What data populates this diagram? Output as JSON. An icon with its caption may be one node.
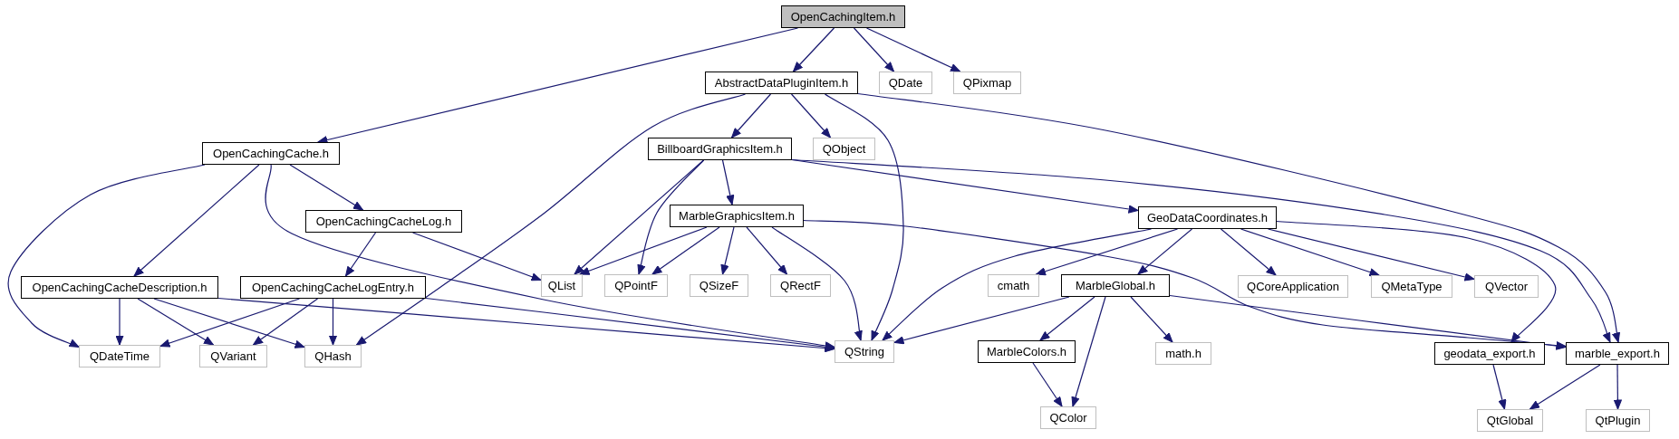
{
  "diagram": {
    "nodes": [
      {
        "text": [
          "OpenCachingItem.h"
        ]
      },
      {
        "text": [
          "AbstractDataPluginItem.h"
        ]
      },
      {
        "text": [
          "QDate"
        ]
      },
      {
        "text": [
          "QPixmap"
        ]
      },
      {
        "text": [
          "OpenCachingCache.h"
        ]
      },
      {
        "text": [
          "BillboardGraphicsItem.h"
        ]
      },
      {
        "text": [
          "QObject"
        ]
      },
      {
        "text": [
          "GeoDataCoordinates.h"
        ]
      },
      {
        "text": [
          "MarbleGraphicsItem.h"
        ]
      },
      {
        "text": [
          "OpenCachingCacheLog.h"
        ]
      },
      {
        "text": [
          "OpenCachingCacheDescription.h"
        ]
      },
      {
        "text": [
          "OpenCachingCacheLogEntry.h"
        ]
      },
      {
        "text": [
          "QList"
        ]
      },
      {
        "text": [
          "QPointF"
        ]
      },
      {
        "text": [
          "QSizeF"
        ]
      },
      {
        "text": [
          "QRectF"
        ]
      },
      {
        "text": [
          "cmath"
        ]
      },
      {
        "text": [
          "MarbleGlobal.h"
        ]
      },
      {
        "text": [
          "QCoreApplication"
        ]
      },
      {
        "text": [
          "QMetaType"
        ]
      },
      {
        "text": [
          "QVector"
        ]
      },
      {
        "text": [
          "QDateTime"
        ]
      },
      {
        "text": [
          "QVariant"
        ]
      },
      {
        "text": [
          "QHash"
        ]
      },
      {
        "text": [
          "QString"
        ]
      },
      {
        "text": [
          "MarbleColors.h"
        ]
      },
      {
        "text": [
          "math.h"
        ]
      },
      {
        "text": [
          "geodata_export.h"
        ]
      },
      {
        "text": [
          "marble_export.h"
        ]
      },
      {
        "text": [
          "QColor"
        ]
      },
      {
        "text": [
          "QtGlobal"
        ]
      },
      {
        "text": [
          "QtPlugin"
        ]
      }
    ],
    "edges": [
      {
        "from": 0,
        "to": 4,
        "arrow": "to"
      },
      {
        "from": 0,
        "to": 1,
        "arrow": "to"
      },
      {
        "from": 0,
        "to": 2,
        "arrow": "to"
      },
      {
        "from": 0,
        "to": 3,
        "arrow": "to"
      },
      {
        "from": 1,
        "to": 23,
        "arrow": "to"
      },
      {
        "from": 1,
        "to": 5,
        "arrow": "to"
      },
      {
        "from": 1,
        "to": 6,
        "arrow": "to"
      },
      {
        "from": 1,
        "to": 24,
        "arrow": "to"
      },
      {
        "from": 1,
        "to": 28,
        "arrow": "to"
      },
      {
        "from": 4,
        "to": 21,
        "arrow": "to"
      },
      {
        "from": 4,
        "to": 10,
        "arrow": "to"
      },
      {
        "from": 4,
        "to": 24,
        "arrow": "to"
      },
      {
        "from": 4,
        "to": 9,
        "arrow": "to"
      },
      {
        "from": 5,
        "to": 12,
        "arrow": "to"
      },
      {
        "from": 5,
        "to": 13,
        "arrow": "to"
      },
      {
        "from": 5,
        "to": 8,
        "arrow": "to"
      },
      {
        "from": 5,
        "to": 7,
        "arrow": "to"
      },
      {
        "from": 5,
        "to": 28,
        "arrow": "to"
      },
      {
        "from": 7,
        "to": 24,
        "arrow": "to"
      },
      {
        "from": 7,
        "to": 16,
        "arrow": "to"
      },
      {
        "from": 7,
        "to": 17,
        "arrow": "to"
      },
      {
        "from": 7,
        "to": 18,
        "arrow": "to"
      },
      {
        "from": 7,
        "to": 19,
        "arrow": "to"
      },
      {
        "from": 7,
        "to": 20,
        "arrow": "to"
      },
      {
        "from": 7,
        "to": 27,
        "arrow": "to"
      },
      {
        "from": 8,
        "to": 12,
        "arrow": "to"
      },
      {
        "from": 8,
        "to": 13,
        "arrow": "to"
      },
      {
        "from": 8,
        "to": 14,
        "arrow": "to"
      },
      {
        "from": 8,
        "to": 15,
        "arrow": "to"
      },
      {
        "from": 8,
        "to": 24,
        "arrow": "to"
      },
      {
        "from": 8,
        "to": 28,
        "arrow": "to"
      },
      {
        "from": 9,
        "to": 11,
        "arrow": "to"
      },
      {
        "from": 9,
        "to": 12,
        "arrow": "to"
      },
      {
        "from": 10,
        "to": 21,
        "arrow": "to"
      },
      {
        "from": 10,
        "to": 22,
        "arrow": "to"
      },
      {
        "from": 10,
        "to": 23,
        "arrow": "to"
      },
      {
        "from": 10,
        "to": 24,
        "arrow": "to"
      },
      {
        "from": 11,
        "to": 21,
        "arrow": "to"
      },
      {
        "from": 11,
        "to": 22,
        "arrow": "to"
      },
      {
        "from": 11,
        "to": 23,
        "arrow": "to"
      },
      {
        "from": 11,
        "to": 24,
        "arrow": "to"
      },
      {
        "from": 17,
        "to": 24,
        "arrow": "to"
      },
      {
        "from": 17,
        "to": 25,
        "arrow": "to"
      },
      {
        "from": 17,
        "to": 29,
        "arrow": "to"
      },
      {
        "from": 17,
        "to": 26,
        "arrow": "to"
      },
      {
        "from": 17,
        "to": 28,
        "arrow": "to"
      },
      {
        "from": 25,
        "to": 29,
        "arrow": "to"
      },
      {
        "from": 27,
        "to": 30,
        "arrow": "to"
      },
      {
        "from": 28,
        "to": 30,
        "arrow": "to"
      },
      {
        "from": 28,
        "to": 31,
        "arrow": "to"
      }
    ]
  }
}
